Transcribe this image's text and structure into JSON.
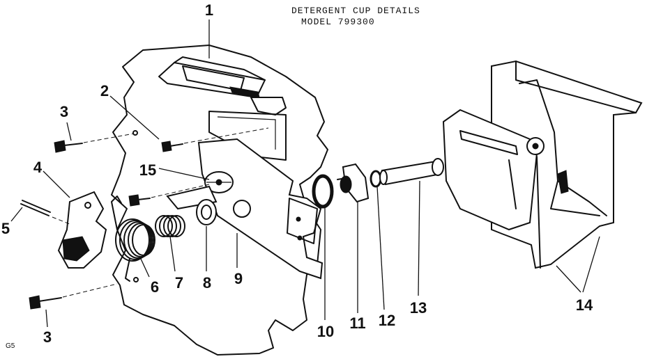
{
  "header": {
    "title": "DETERGENT CUP DETAILS",
    "model": "MODEL 799300"
  },
  "footer_code": "G5",
  "callouts": [
    {
      "id": "c1",
      "label": "1"
    },
    {
      "id": "c2",
      "label": "2"
    },
    {
      "id": "c3a",
      "label": "3"
    },
    {
      "id": "c3b",
      "label": "3"
    },
    {
      "id": "c4",
      "label": "4"
    },
    {
      "id": "c5",
      "label": "5"
    },
    {
      "id": "c6",
      "label": "6"
    },
    {
      "id": "c7",
      "label": "7"
    },
    {
      "id": "c8",
      "label": "8"
    },
    {
      "id": "c9",
      "label": "9"
    },
    {
      "id": "c10",
      "label": "10"
    },
    {
      "id": "c11",
      "label": "11"
    },
    {
      "id": "c12",
      "label": "12"
    },
    {
      "id": "c13",
      "label": "13"
    },
    {
      "id": "c14",
      "label": "14"
    },
    {
      "id": "c15",
      "label": "15"
    }
  ]
}
